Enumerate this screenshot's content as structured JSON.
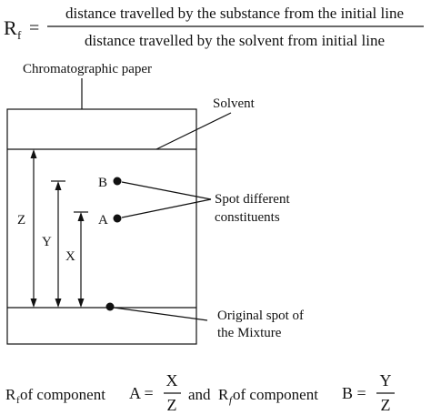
{
  "formula": {
    "lhs_main": "R",
    "lhs_sub": "f",
    "equals": "=",
    "numerator": "distance travelled by the substance from the initial line",
    "denominator": "distance travelled by the solvent from initial line"
  },
  "labels": {
    "paper": "Chromatographic paper",
    "solvent": "Solvent",
    "spots_line1": "Spot different",
    "spots_line2": "constituents",
    "origin_line1": "Original spot of",
    "origin_line2": "the Mixture",
    "spot_b": "B",
    "spot_a": "A",
    "dist_z": "Z",
    "dist_y": "Y",
    "dist_x": "X"
  },
  "bottom_formula": {
    "r1": "R",
    "sub1": "f",
    "of_component_a": " of component",
    "a_eq": "A =",
    "frac1_num": "X",
    "frac1_den": "Z",
    "and": "and",
    "r2": "R",
    "sub2": "f",
    "of_component_b": " of component",
    "b_eq": "B =",
    "frac2_num": "Y",
    "frac2_den": "Z"
  },
  "colors": {
    "ink": "#111111",
    "background": "#ffffff"
  }
}
